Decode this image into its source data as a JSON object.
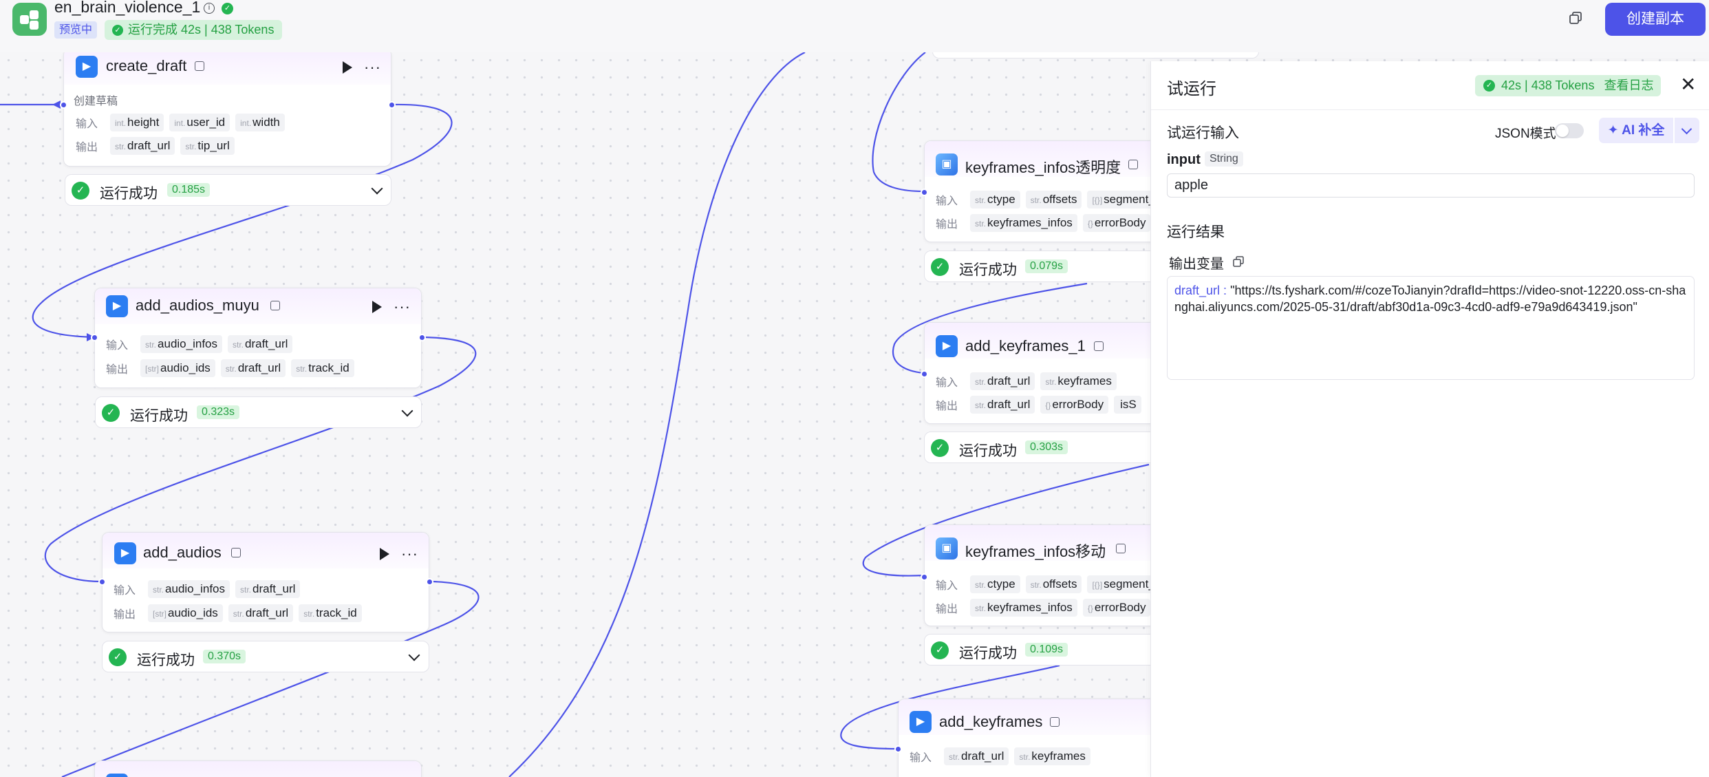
{
  "header": {
    "app_title": "en_brain_violence_1",
    "preview_badge": "预览中",
    "run_status": "运行完成 42s | 438 Tokens",
    "create_copy_label": "创建副本"
  },
  "labels": {
    "input": "输入",
    "output": "输出",
    "success": "运行成功"
  },
  "nodes": [
    {
      "title": "create_draft",
      "subtitle": "创建草稿",
      "inputs": [
        {
          "type": "int.",
          "name": "height"
        },
        {
          "type": "int.",
          "name": "user_id"
        },
        {
          "type": "int.",
          "name": "width"
        }
      ],
      "outputs": [
        {
          "type": "str.",
          "name": "draft_url"
        },
        {
          "type": "str.",
          "name": "tip_url"
        }
      ],
      "time": "0.185s"
    },
    {
      "title": "add_audios_muyu",
      "inputs": [
        {
          "type": "str.",
          "name": "audio_infos"
        },
        {
          "type": "str.",
          "name": "draft_url"
        }
      ],
      "outputs": [
        {
          "type": "[str]",
          "name": "audio_ids"
        },
        {
          "type": "str.",
          "name": "draft_url"
        },
        {
          "type": "str.",
          "name": "track_id"
        }
      ],
      "time": "0.323s"
    },
    {
      "title": "add_audios",
      "inputs": [
        {
          "type": "str.",
          "name": "audio_infos"
        },
        {
          "type": "str.",
          "name": "draft_url"
        }
      ],
      "outputs": [
        {
          "type": "[str]",
          "name": "audio_ids"
        },
        {
          "type": "str.",
          "name": "draft_url"
        },
        {
          "type": "str.",
          "name": "track_id"
        }
      ],
      "time": "0.370s"
    },
    {
      "title": "keyframes_infos透明度",
      "inputs": [
        {
          "type": "str.",
          "name": "ctype"
        },
        {
          "type": "str.",
          "name": "offsets"
        },
        {
          "type": "[{}]",
          "name": "segment_"
        }
      ],
      "outputs": [
        {
          "type": "str.",
          "name": "keyframes_infos"
        },
        {
          "type": "{}",
          "name": "errorBody"
        }
      ],
      "time": "0.079s"
    },
    {
      "title": "add_keyframes_1",
      "inputs": [
        {
          "type": "str.",
          "name": "draft_url"
        },
        {
          "type": "str.",
          "name": "keyframes"
        }
      ],
      "outputs": [
        {
          "type": "str.",
          "name": "draft_url"
        },
        {
          "type": "{}",
          "name": "errorBody"
        },
        {
          "type": "",
          "name": "isS"
        }
      ],
      "time": "0.303s"
    },
    {
      "title": "keyframes_infos移动",
      "inputs": [
        {
          "type": "str.",
          "name": "ctype"
        },
        {
          "type": "str.",
          "name": "offsets"
        },
        {
          "type": "[{}]",
          "name": "segment_"
        }
      ],
      "outputs": [
        {
          "type": "str.",
          "name": "keyframes_infos"
        },
        {
          "type": "{}",
          "name": "errorBody"
        }
      ],
      "time": "0.109s"
    },
    {
      "title": "add_keyframes",
      "inputs": [
        {
          "type": "str.",
          "name": "draft_url"
        },
        {
          "type": "str.",
          "name": "keyframes"
        }
      ]
    }
  ],
  "panel": {
    "title": "试运行",
    "badge": "42s | 438 Tokens",
    "view_log": "查看日志",
    "input_section": "试运行输入",
    "json_mode": "JSON模式",
    "ai_button": "AI 补全",
    "input_name": "input",
    "input_type": "String",
    "input_value": "apple",
    "result_section": "运行结果",
    "output_vars": "输出变量",
    "output_key": "draft_url :",
    "output_value": "\"https://ts.fyshark.com/#/cozeToJianyin?drafId=https://video-snot-12220.oss-cn-shanghai.aliyuncs.com/2025-05-31/draft/abf30d1a-09c3-4cd0-adf9-e79a9d643419.json\""
  },
  "colors": {
    "accent": "#4d53e8",
    "success": "#24b552",
    "success_bg": "#d6f2dd",
    "canvas": "#f6f6f8"
  }
}
